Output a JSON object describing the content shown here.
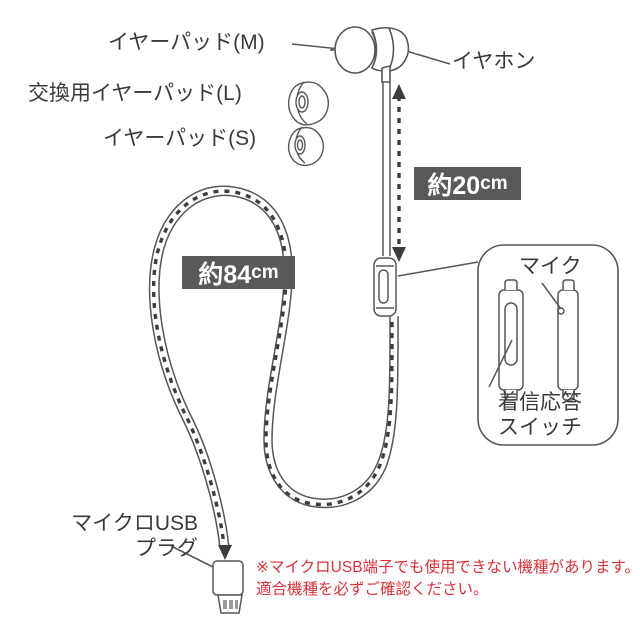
{
  "diagram": {
    "title_labels": {
      "earpad_m": "イヤーパッド(M)",
      "earphone": "イヤホン",
      "earpad_l": "交換用イヤーパッド(L)",
      "earpad_s": "イヤーパッド(S)",
      "usb_plug": "マイクロUSB\nプラグ"
    },
    "measurements": {
      "cord_upper": {
        "value": "約20",
        "unit": "cm"
      },
      "cord_lower": {
        "value": "約84",
        "unit": "cm"
      }
    },
    "callout": {
      "mic_label": "マイク",
      "switch_label": "着信応答\nスイッチ"
    },
    "note": "※マイクロUSB端子でも使用できない機種があります。\n適合機種を必ずご確認ください。",
    "colors": {
      "line": "#57575a",
      "badge_bg": "#595959",
      "badge_text": "#ffffff",
      "label_text": "#3a3a3a",
      "note_text": "#d8333a",
      "background": "#ffffff"
    }
  }
}
